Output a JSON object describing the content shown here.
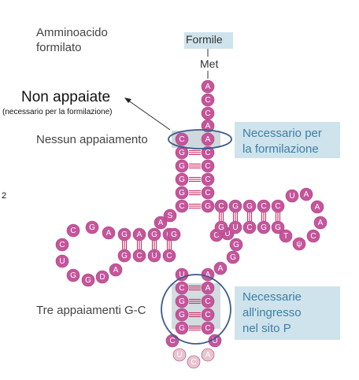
{
  "labels": {
    "aminoacid_line1": "Amminoacido",
    "aminoacid_line2": "formilato",
    "formyl": "Formile",
    "met": "Met",
    "unpaired_title": "Non appaiate",
    "unpaired_note": "(necessario per la formilazione)",
    "no_pairing": "Nessun appaiamento",
    "formylation_line1": "Necessario per",
    "formylation_line2": "la formilazione",
    "three_gc": "Tre appaiamenti G-C",
    "psite_line1": "Necessarie",
    "psite_line2": "all'ingresso",
    "psite_line3": "nel sito P",
    "side_number": "2"
  },
  "colors": {
    "nucleotide": "#c5559b",
    "nucleotide_light": "#e8c4cf",
    "pair_line": "#cc3366",
    "ring": "#3b5a8a",
    "box": "#cfe3ec",
    "text_blue": "#3d7fa6"
  },
  "nucleotides": {
    "acceptor_tail": [
      "A",
      "C",
      "C",
      "A"
    ],
    "acceptor_unpaired_5": "C",
    "acceptor_unpaired_3": "A",
    "acceptor_5": [
      "G",
      "G",
      "G",
      "G",
      "C"
    ],
    "acceptor_3": [
      "C",
      "C",
      "C",
      "C",
      "G"
    ],
    "linker_s": "S",
    "d_stem_5": [
      "G",
      "A",
      "G",
      "C"
    ],
    "d_stem_3": [
      "G",
      "C",
      "U",
      "C"
    ],
    "d_loop": [
      "A",
      "G",
      "C",
      "C",
      "U",
      "G",
      "G",
      "D",
      "A"
    ],
    "d_exit": [
      "A",
      "G"
    ],
    "anticodon_5": [
      "C",
      "G",
      "G",
      "G"
    ],
    "anticodon_3": [
      "A",
      "C",
      "C",
      "C"
    ],
    "anticodon_unpaired_5": "U",
    "anticodon_unpaired_3": "A",
    "anticodon_loop": [
      "C",
      "U",
      "C",
      "A",
      "U"
    ],
    "variable": [
      "A",
      "G",
      "G",
      "U",
      "C"
    ],
    "t_stem_5": [
      "C",
      "G",
      "G",
      "C",
      "C"
    ],
    "t_stem_3": [
      "G",
      "U",
      "C",
      "G",
      "G"
    ],
    "t_loop": [
      "U",
      "A",
      "A",
      "A",
      "C",
      "ψ",
      "T"
    ]
  }
}
